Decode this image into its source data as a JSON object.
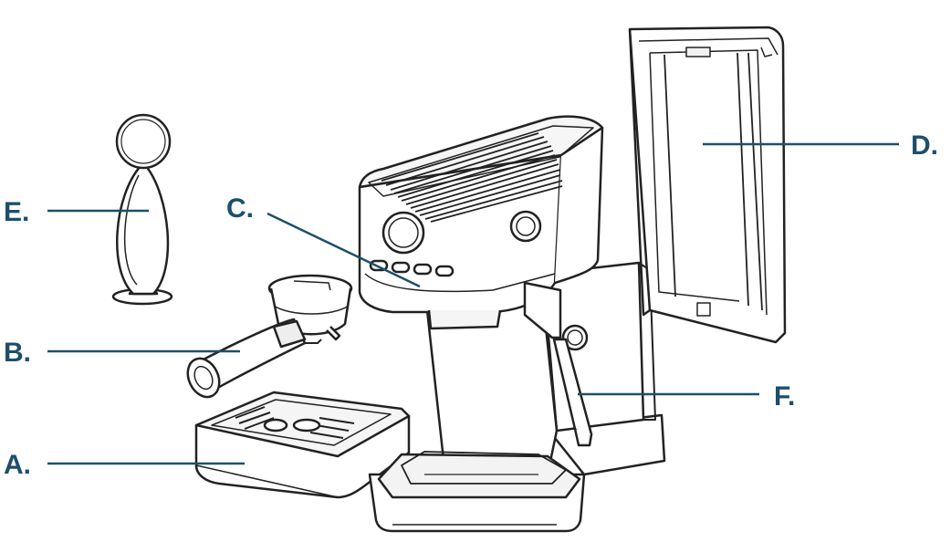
{
  "colors": {
    "label": "#1d4f6b",
    "leader": "#1d4f6b",
    "drawing_stroke": "#222222",
    "drawing_fill": "#ffffff",
    "drawing_shade": "#f1f1f1"
  },
  "callouts": [
    {
      "id": "A",
      "text": "A."
    },
    {
      "id": "B",
      "text": "B."
    },
    {
      "id": "C",
      "text": "C."
    },
    {
      "id": "D",
      "text": "D."
    },
    {
      "id": "E",
      "text": "E."
    },
    {
      "id": "F",
      "text": "F."
    }
  ]
}
